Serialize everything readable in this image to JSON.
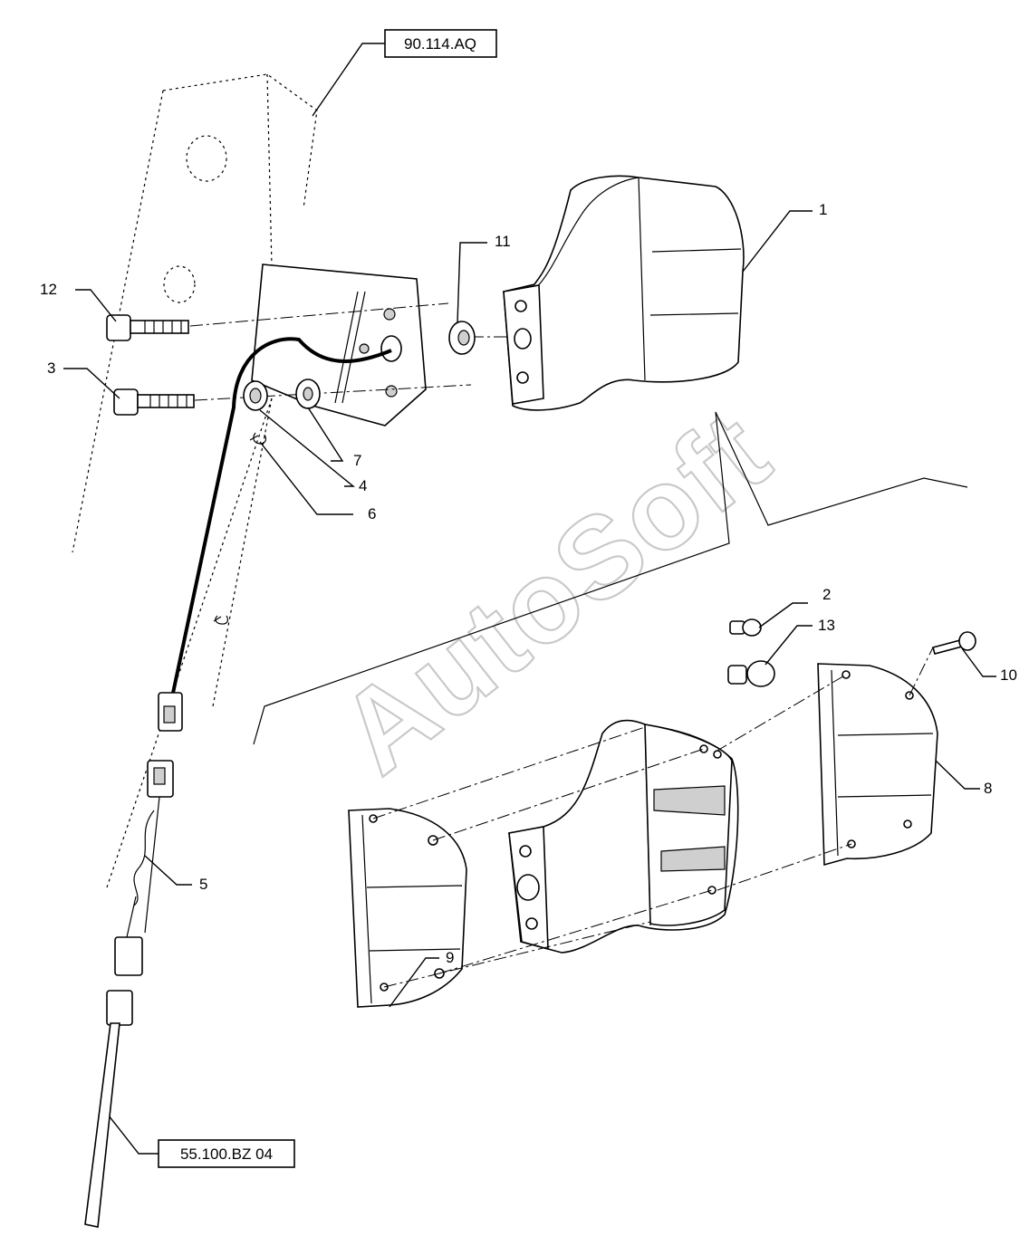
{
  "references": {
    "top": "90.114.AQ",
    "bottom": "55.100.BZ 04"
  },
  "callouts": [
    "1",
    "2",
    "3",
    "4",
    "5",
    "6",
    "7",
    "8",
    "9",
    "10",
    "11",
    "12",
    "13"
  ],
  "watermark": "AutoSoft"
}
